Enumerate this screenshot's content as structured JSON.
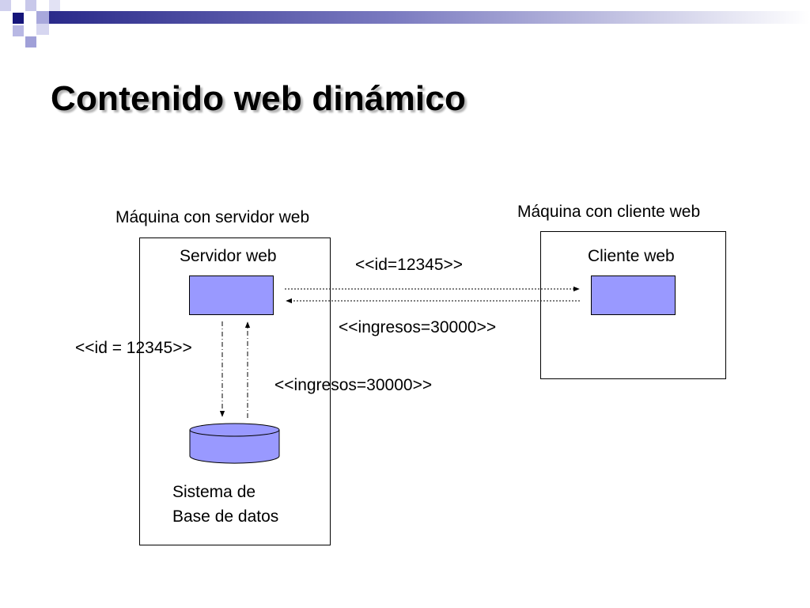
{
  "slide": {
    "title": "Contenido web dinámico"
  },
  "diagram": {
    "server_machine_label": "Máquina con servidor web",
    "client_machine_label": "Máquina con cliente web",
    "server_label": "Servidor web",
    "client_label": "Cliente web",
    "database_label_line1": "Sistema de",
    "database_label_line2": "Base de datos",
    "msg_request_to_client": "<<id=12345>>",
    "msg_response_from_client": "<<ingresos=30000>>",
    "msg_query_to_db": "<<id = 12345>>",
    "msg_result_from_db": "<<ingresos=30000>>"
  },
  "colors": {
    "component_fill": "#9999ff",
    "accent_dark": "#2a2a8a",
    "accent_light": "#a6a6dc"
  }
}
